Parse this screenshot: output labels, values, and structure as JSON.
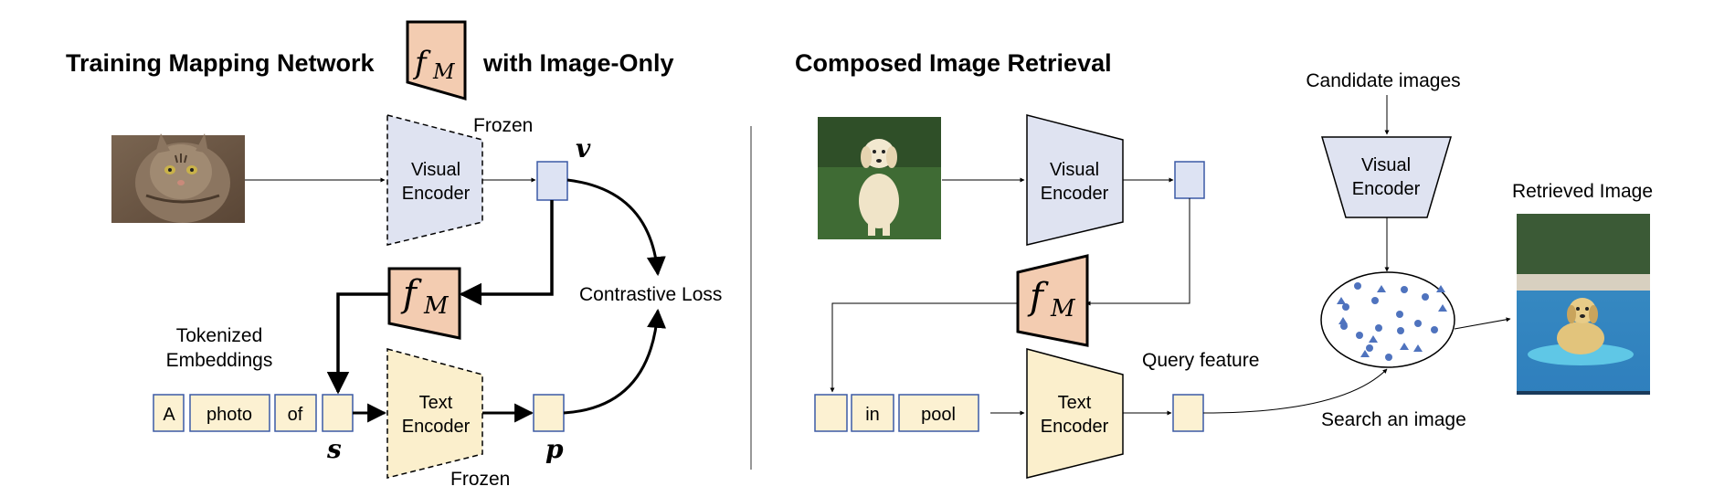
{
  "left_panel": {
    "title_before": "Training Mapping Network",
    "title_after": "with Image-Only",
    "frozen_top": "Frozen",
    "frozen_bottom": "Frozen",
    "visual_encoder": [
      "Visual",
      "Encoder"
    ],
    "text_encoder": [
      "Text",
      "Encoder"
    ],
    "mapping_symbol": "f",
    "mapping_subscript": "M",
    "v_symbol": "v",
    "s_symbol": "s",
    "p_symbol": "p",
    "contrastive_loss": "Contrastive Loss",
    "tokenized_embeddings": [
      "Tokenized",
      "Embeddings"
    ],
    "tokens": [
      "A",
      "photo",
      "of"
    ]
  },
  "right_panel": {
    "title": "Composed Image Retrieval",
    "visual_encoder": [
      "Visual",
      "Encoder"
    ],
    "text_encoder": [
      "Text",
      "Encoder"
    ],
    "candidate_visual_encoder": [
      "Visual",
      "Encoder"
    ],
    "mapping_symbol": "f",
    "mapping_subscript": "M",
    "candidate_images": "Candidate images",
    "retrieved_image": "Retrieved Image",
    "query_feature": "Query feature",
    "search_an_image": "Search an image",
    "tokens": [
      "in",
      "pool"
    ]
  },
  "colors": {
    "visual_encoder_fill": "#dfe3f1",
    "text_encoder_fill": "#fbefcc",
    "mapping_fill": "#f3ccb1",
    "feature_box_fill": "#dde3f3",
    "token_fill": "#fcf1d2",
    "point_color": "#4f73be"
  }
}
